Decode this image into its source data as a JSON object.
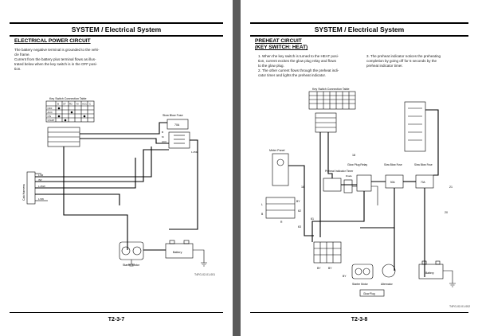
{
  "left_page": {
    "header": "SYSTEM / Electrical System",
    "section_title": "ELECTRICAL POWER CIRCUIT",
    "body": [
      "The battery negative terminal is grounded to the vehi-",
      "cle frame.",
      "Current from the battery plus terminal flows as illus-",
      "trated below when the key switch is in the OFF posi-",
      "tion."
    ],
    "diagram": {
      "table_title": "Key Switch Connection Table",
      "table_cols": [
        "",
        "B",
        "ST",
        "R2",
        "M",
        "ACC",
        "C"
      ],
      "table_rows": [
        "OFF",
        "ACC",
        "ON",
        "START"
      ],
      "fuse_title": "Slow Blow Fuse",
      "fuse_label": "70A",
      "cab_harness": "Cab Harness",
      "starter_motor": "Starter Motor",
      "battery": "Battery",
      "wire_labels": [
        "1.5R",
        "3W",
        "1.25W",
        "B",
        "M",
        "ACC",
        "1.25R",
        "0.5B",
        "1.5W",
        "1.5R"
      ]
    },
    "image_id": "T4FG-02-01-001",
    "page_number": "T2-3-7"
  },
  "right_page": {
    "header": "SYSTEM / Electrical System",
    "section_title": "PREHEAT CIRCUIT\n(KEY SWITCH: HEAT)",
    "items": [
      "1. When the key switch is turned to the HEAT posi-",
      "   tion, current excites the glow plug relay and flows",
      "   to the glow plug.",
      "2. The other current flows through the preheat indi-",
      "   cator timer and lights the preheat indicator.",
      "3. The preheat indicator notices the preheating",
      "   completion by going off for 5 seconds by the",
      "   preheat indicator timer."
    ],
    "diagram": {
      "table_title": "Key Switch Connection Table",
      "meter_panel": "Meter Panel",
      "preheat_timer": "Preheat Indicator Timer",
      "glow_relay": "Glow Plug Relay",
      "diode": "Diode",
      "slow_blow_fuse_a": "Slow Blow Fuse",
      "slow_blow_fuse_b": "Slow Blow Fuse",
      "fuse_a": "50A",
      "fuse_b": "70A",
      "starter_motor": "Starter Motor",
      "alternator": "Alternator",
      "glow_plug": "Glow Plug",
      "battery": "Battery",
      "callouts": [
        "18",
        "16",
        "16",
        "21",
        "20",
        "61",
        "62",
        "63",
        "BY",
        "BY",
        "BY",
        "BY",
        "L",
        "B",
        "R"
      ]
    },
    "image_id": "T4FG-02-01-002",
    "page_number": "T2-3-8"
  },
  "colors": {
    "background": "#5a5a5a",
    "page": "#ffffff",
    "ink": "#000000"
  }
}
